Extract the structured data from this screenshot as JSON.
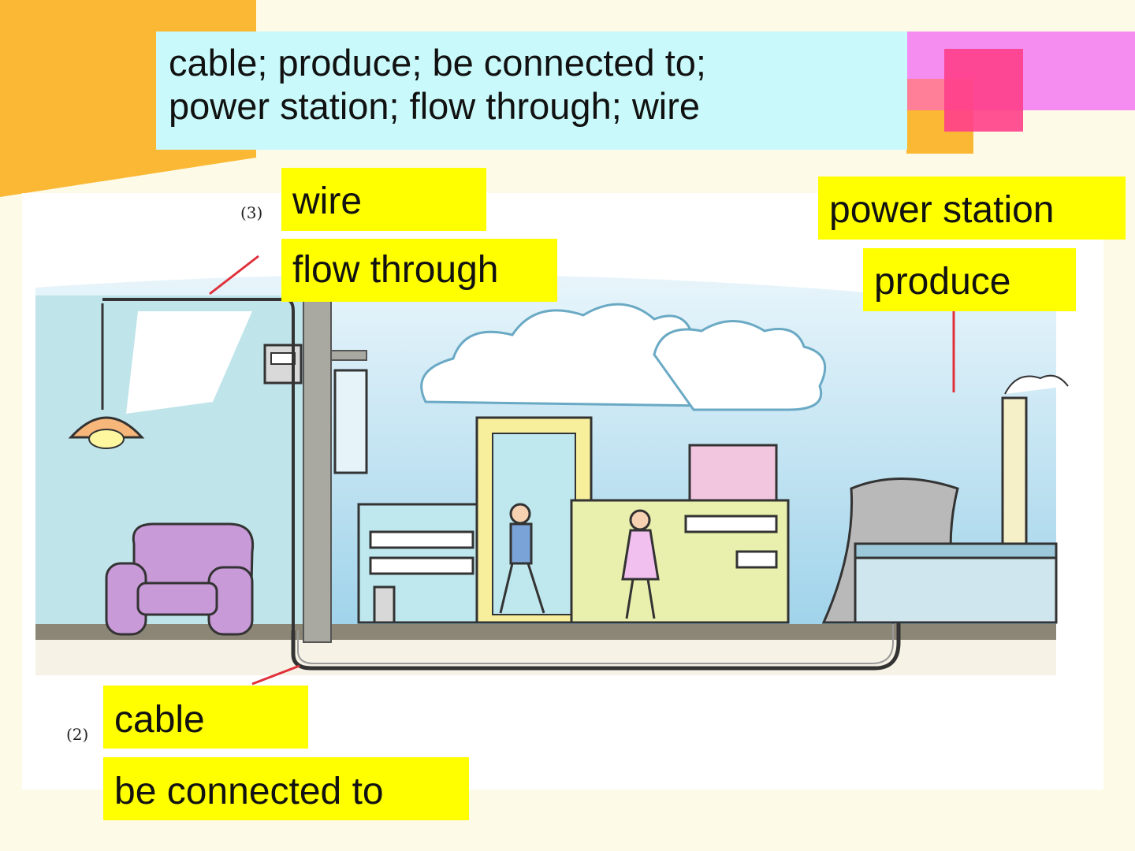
{
  "word_bank": {
    "line1": "cable; produce; be connected to;",
    "line2": "power station;  flow through; wire"
  },
  "labels": {
    "wire": "wire",
    "flow_through": "flow through",
    "power_station": "power station",
    "produce": "produce",
    "cable": "cable",
    "be_connected_to": "be connected to"
  },
  "markers": {
    "three": "(3)",
    "two": "(2)"
  },
  "colors": {
    "tag_yellow": "#ffff00",
    "word_bank_cyan": "#c9f9fa",
    "corner_orange": "#fbb834",
    "accent_pink": "#f37ef3",
    "accent_magenta": "#ff2f7a"
  }
}
